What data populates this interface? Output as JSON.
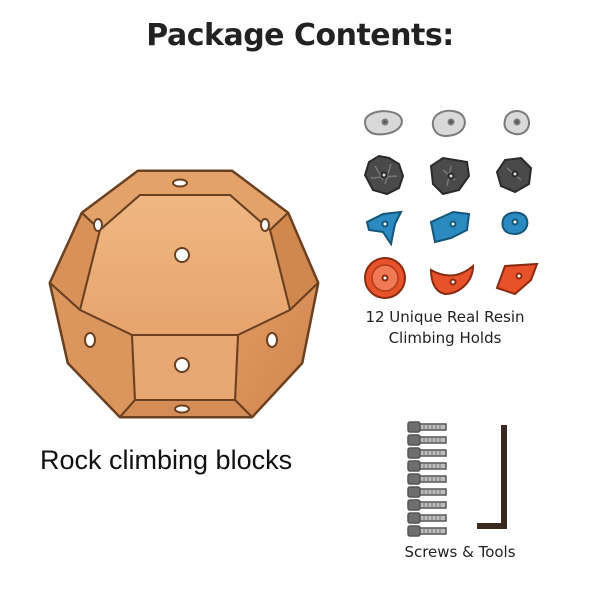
{
  "header": {
    "title": "Package Contents:"
  },
  "block": {
    "label": "Rock climbing blocks",
    "icon": "dodecahedron-climbing-block-icon",
    "color": "#e0a16c"
  },
  "holds": {
    "label_line1": "12 Unique Real Resin",
    "label_line2": "Climbing Holds",
    "colors": {
      "grey": "#d9d9d9",
      "dark": "#4a4a4a",
      "blue": "#2b8bc1",
      "orange": "#e8522b"
    }
  },
  "tools": {
    "label": "Screws & Tools",
    "screw_icon": "bolt-stack-icon",
    "key_icon": "allen-key-icon"
  }
}
